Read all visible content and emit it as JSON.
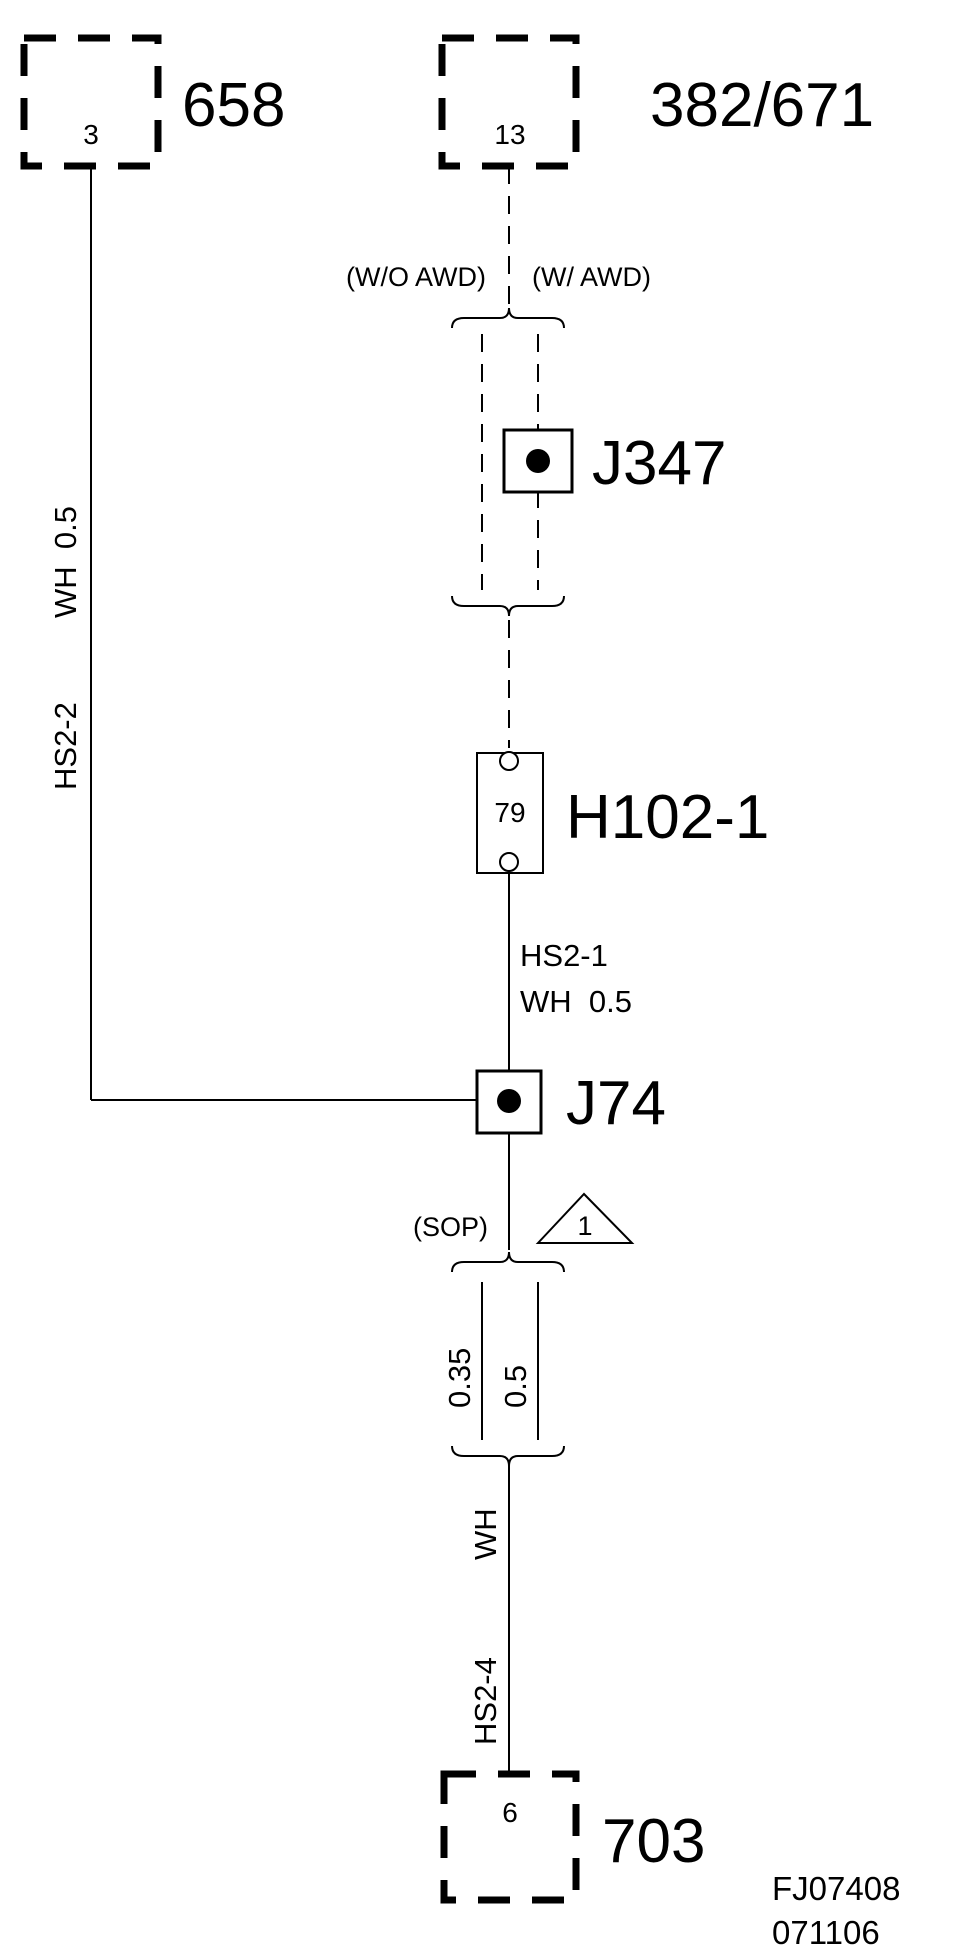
{
  "connectors": {
    "c658": {
      "id": "658",
      "pin": "3"
    },
    "c382": {
      "id": "382/671",
      "pin": "13"
    },
    "c703": {
      "id": "703",
      "pin": "6"
    }
  },
  "splices": {
    "j347": "J347",
    "j74": "J74"
  },
  "inline_connector": {
    "id": "H102-1",
    "pin": "79"
  },
  "wires": {
    "hs2_2": {
      "circuit": "HS2-2",
      "spec": "WH  0.5"
    },
    "hs2_1": {
      "circuit": "HS2-1",
      "spec": "WH  0.5"
    },
    "hs2_4": {
      "circuit": "HS2-4",
      "color": "WH"
    }
  },
  "options": {
    "without_awd": "(W/O AWD)",
    "with_awd": "(W/ AWD)",
    "sop": "(SOP)",
    "sop_gauge_left": "0.35",
    "sop_gauge_right": "0.5"
  },
  "note_triangle": "1",
  "footer": {
    "code": "FJ07408",
    "date": "071106"
  }
}
